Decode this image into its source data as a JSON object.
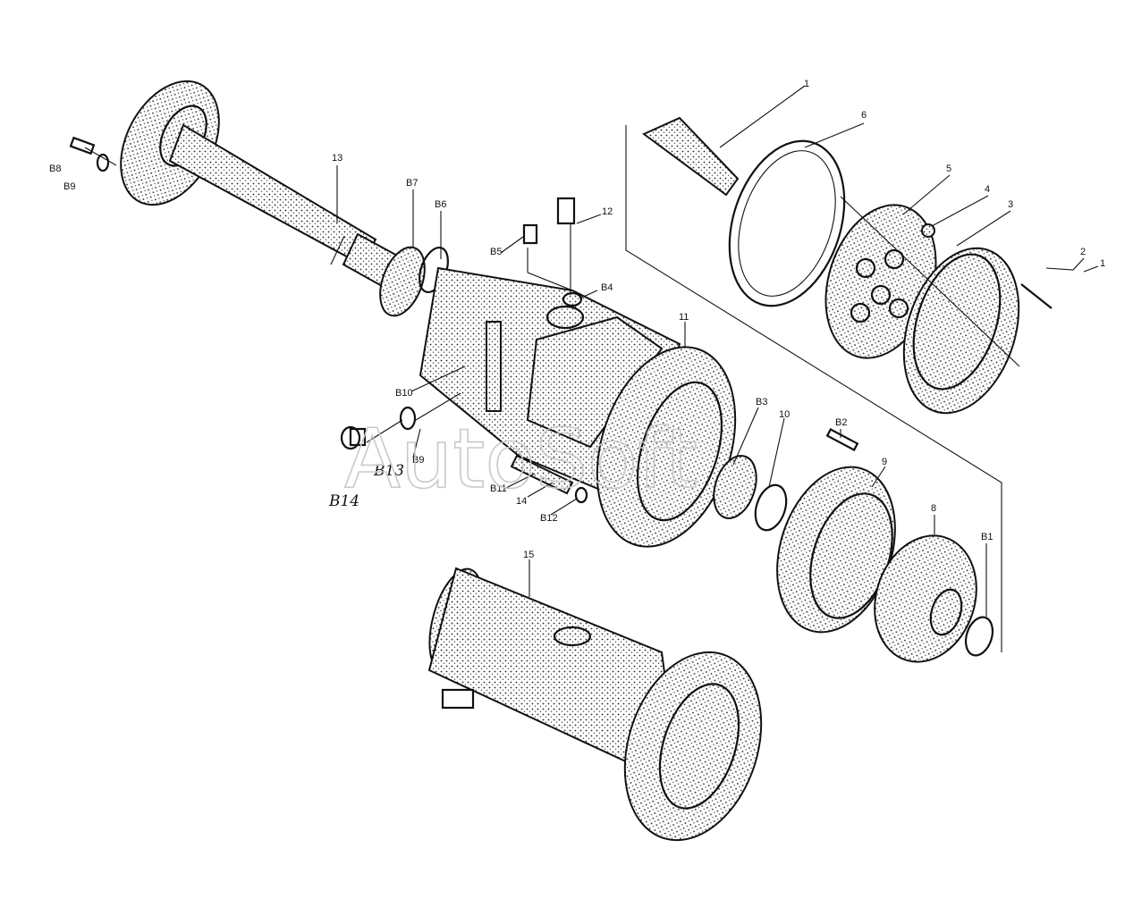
{
  "watermark": "AutoSoft",
  "labels": {
    "p1": "1",
    "p1b": "1",
    "p2": "2",
    "p3": "3",
    "p4": "4",
    "p5": "5",
    "p6": "6",
    "p8": "8",
    "p9": "9",
    "p10": "10",
    "p11": "11",
    "p12": "12",
    "p13": "13",
    "p14": "14",
    "p15": "15",
    "b1": "B1",
    "b2": "B2",
    "b3": "B3",
    "b4": "B4",
    "b5": "B5",
    "b6": "B6",
    "b7": "B7",
    "b8": "B8",
    "b9a": "B9",
    "b9b": "B9",
    "b10": "B10",
    "b11": "B11",
    "b12": "B12",
    "b13": "B13",
    "b14": "B14"
  }
}
